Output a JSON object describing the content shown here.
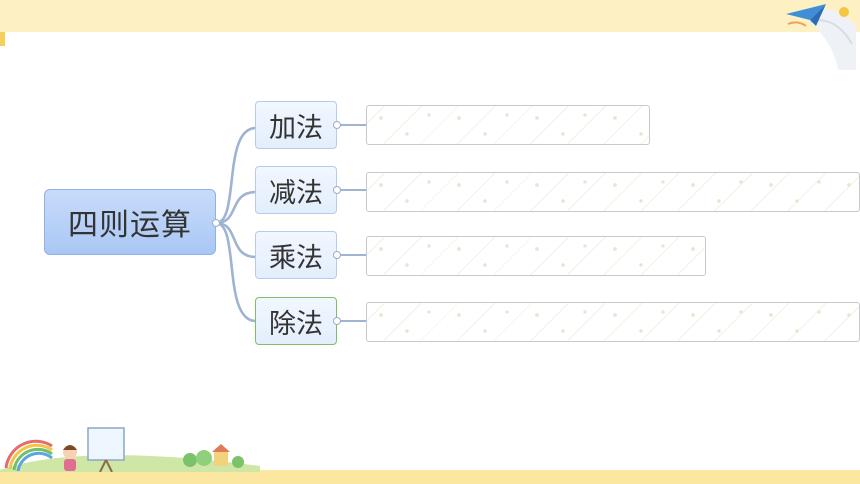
{
  "mindmap": {
    "root": {
      "label": "四则运算"
    },
    "branches": [
      {
        "label": "加法",
        "detail": ""
      },
      {
        "label": "减法",
        "detail": ""
      },
      {
        "label": "乘法",
        "detail": ""
      },
      {
        "label": "除法",
        "detail": ""
      }
    ]
  },
  "colors": {
    "root_fill": "#a9c7f4",
    "branch_fill": "#e3eefc",
    "connector": "#9fb3d2",
    "header_band": "#fdf1c4",
    "footer_band": "#fbe7a0",
    "selected_border": "#7fbf6a"
  },
  "decorations": {
    "top_right": "paper-airplane-icon",
    "bottom_left": "kids-playground-illustration"
  }
}
